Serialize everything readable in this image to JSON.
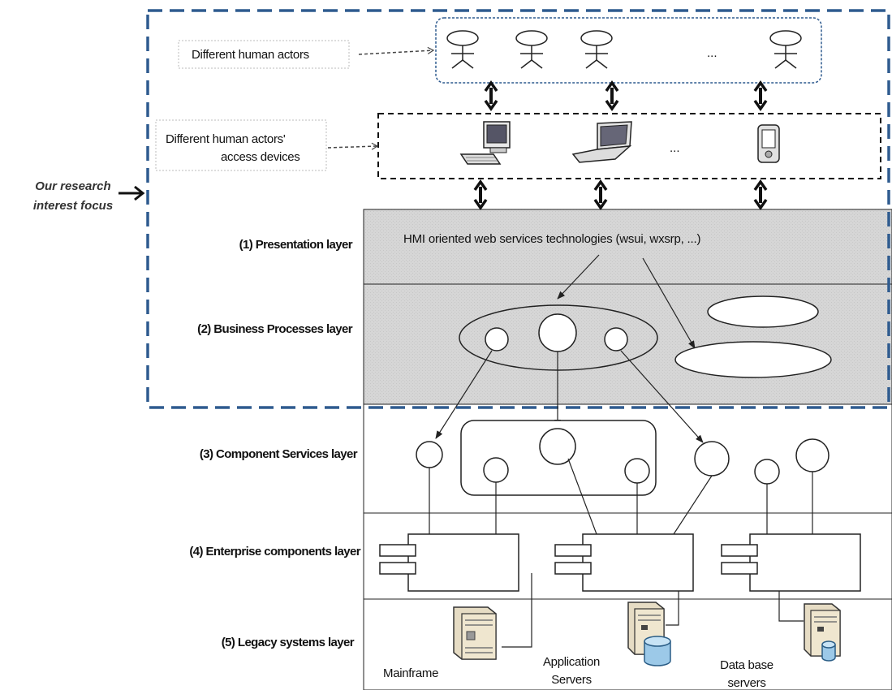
{
  "focus": {
    "label_line1": "Our research",
    "label_line2": "interest focus"
  },
  "actors": {
    "label": "Different human actors",
    "ellipsis": "..."
  },
  "devices": {
    "label_line1": "Different human actors'",
    "label_line2": "access devices",
    "ellipsis": "..."
  },
  "layers": [
    {
      "label": "(1) Presentation layer"
    },
    {
      "label": "(2) Business Processes layer"
    },
    {
      "label": "(3) Component Services layer"
    },
    {
      "label": "(4) Enterprise components layer"
    },
    {
      "label": "(5) Legacy systems layer"
    }
  ],
  "presentation": {
    "technologies": "HMI oriented web services technologies (wsui, wxsrp, ...)"
  },
  "legacy": {
    "mainframe": "Mainframe",
    "app_servers_line1": "Application",
    "app_servers_line2": "Servers",
    "db_servers_line1": "Data base",
    "db_servers_line2": "servers"
  },
  "colors": {
    "focus_border": "#2f5b8f",
    "shaded_layer": "#d4d4d4",
    "line": "#222222"
  }
}
